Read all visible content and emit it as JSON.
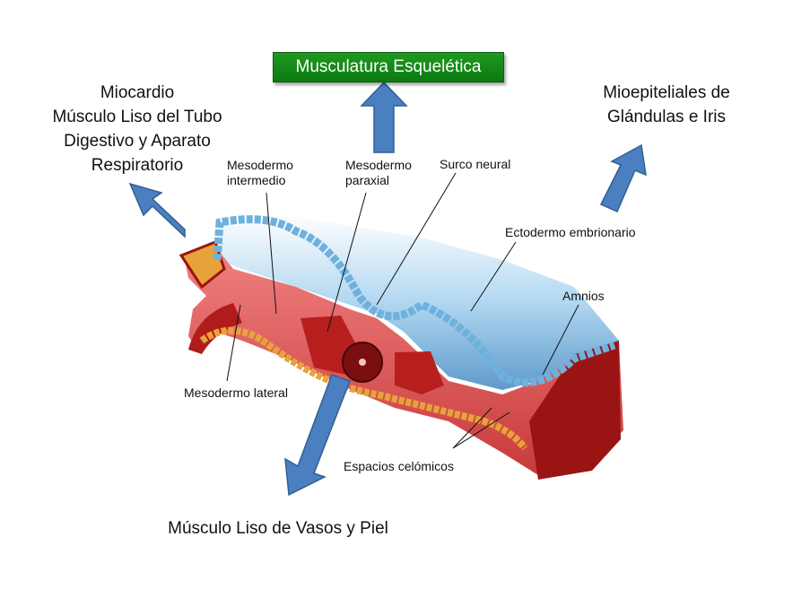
{
  "title_box": {
    "label": "Musculatura Esquelética",
    "color": "#138a18"
  },
  "callouts": {
    "left": [
      "Miocardio",
      "Músculo Liso del Tubo",
      "Digestivo y Aparato",
      "Respiratorio"
    ],
    "right": [
      "Mioepiteliales de",
      "Glándulas e Iris"
    ],
    "bottom": [
      "Músculo Liso de Vasos y Piel"
    ]
  },
  "diagram_labels": {
    "mesodermo_intermedio": [
      "Mesodermo",
      "intermedio"
    ],
    "mesodermo_paraxial": [
      "Mesodermo",
      "paraxial"
    ],
    "surco_neural": "Surco neural",
    "ectodermo": "Ectodermo embrionario",
    "amnios": "Amnios",
    "mesodermo_lateral": "Mesodermo lateral",
    "espacios_celomicos": "Espacios celómicos"
  },
  "colors": {
    "arrow": "#4a7fc0",
    "arrow_border": "#335f96",
    "ectoderm": "#8ec4e6",
    "mesoderm": "#d9534f",
    "tissue_dark": "#9b1414",
    "cells_yellow": "#e8a23a"
  }
}
